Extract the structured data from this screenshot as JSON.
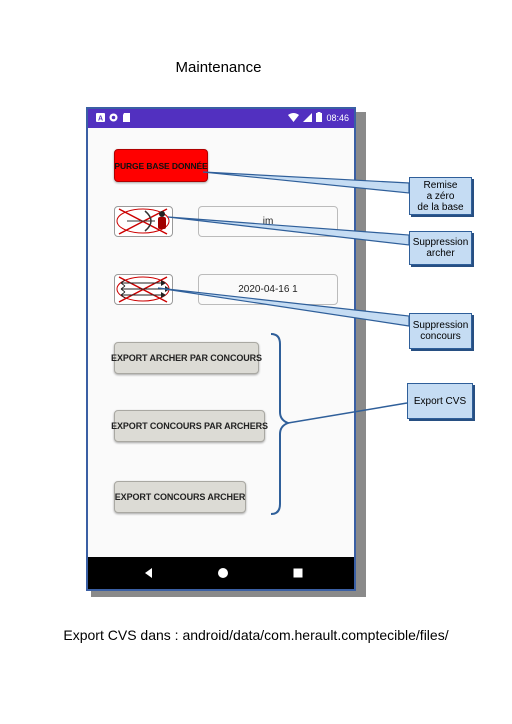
{
  "document": {
    "title": "Maintenance",
    "footer": "Export CVS dans : android/data/com.herault.comptecible/files/"
  },
  "statusbar": {
    "time": "08:46",
    "icons": [
      "notification-a-icon",
      "circle-icon",
      "sd-card-icon",
      "wifi-icon",
      "signal-icon",
      "battery-icon"
    ],
    "color": "#5230c0"
  },
  "app": {
    "purge_button": "PURGE BASE DONNÉE",
    "archer_field": "jm",
    "concours_field": "2020-04-16 1",
    "export_archer_button": "EXPORT ARCHER PAR CONCOURS",
    "export_concours_button": "EXPORT CONCOURS PAR ARCHERS",
    "export_both_button": "EXPORT  CONCOURS  ARCHER",
    "purge_color": "#ff0000"
  },
  "callouts": {
    "reset": "Remise\na zéro\nde la base",
    "delete_archer": "Suppression\narcher",
    "delete_concours": "Suppression\nconcours",
    "export": "Export CVS"
  },
  "navigation": {
    "icons": [
      "back-icon",
      "home-icon",
      "recents-icon"
    ]
  }
}
